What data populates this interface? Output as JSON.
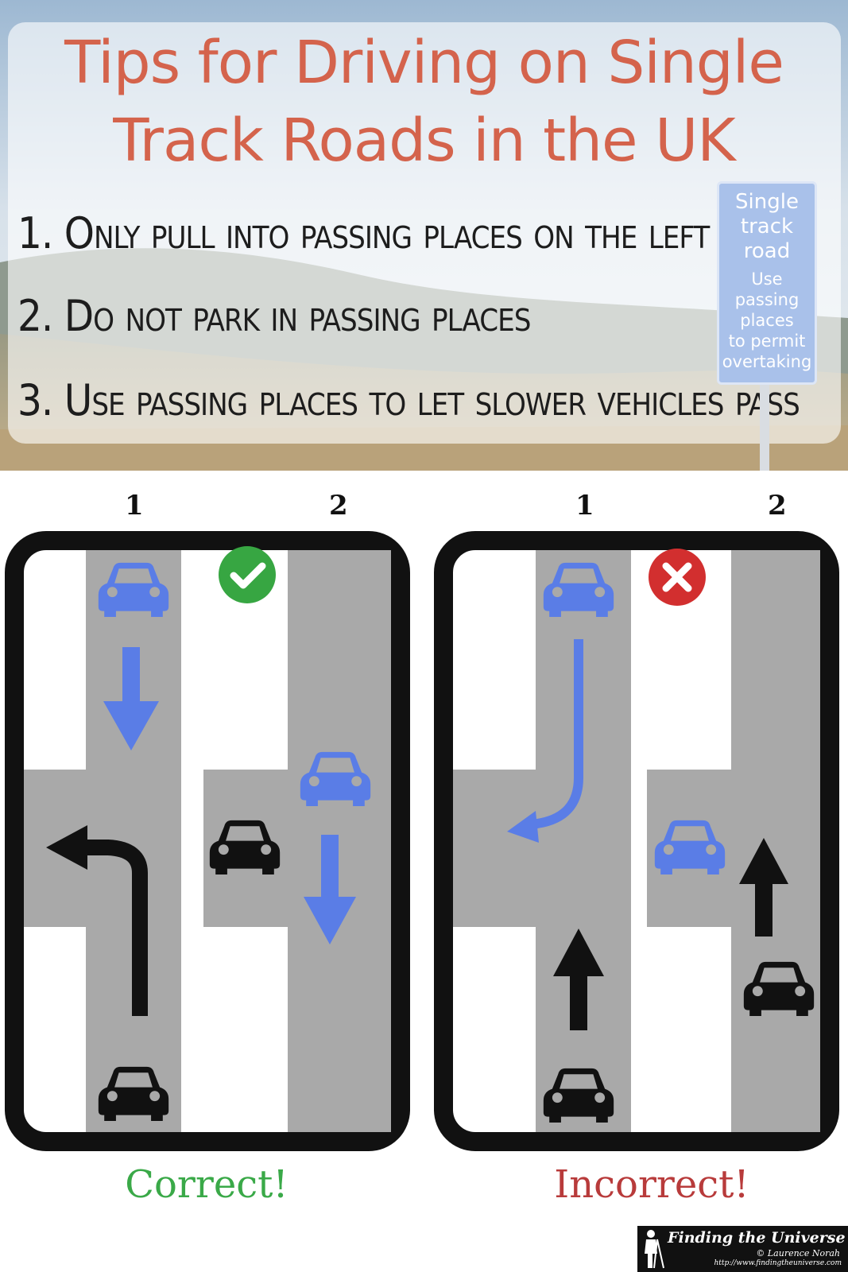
{
  "header": {
    "title_line1": "Tips for Driving on Single",
    "title_line2": "Track Roads in the UK",
    "tips": [
      "1. Only pull into passing places on the left",
      "2. Do not park in passing places",
      "3. Use passing places to let slower vehicles pass"
    ]
  },
  "sign": {
    "lines_large": [
      "Single",
      "track",
      "road"
    ],
    "lines_small": [
      "Use",
      "passing",
      "places",
      "to permit",
      "overtaking"
    ]
  },
  "diagrams": [
    {
      "col1": "1",
      "col2": "2",
      "verdict": "Correct!",
      "verdict_color": "#3aa948",
      "badge": "check"
    },
    {
      "col1": "1",
      "col2": "2",
      "verdict": "Incorrect!",
      "verdict_color": "#b83b3b",
      "badge": "cross"
    }
  ],
  "colors": {
    "blue_car": "#5a7de6",
    "road": "#a9a9a9",
    "title": "#d4634c",
    "check_badge": "#37a642",
    "cross_badge": "#d22f2f"
  },
  "logo": {
    "name": "Finding the Universe",
    "author": "© Laurence Norah",
    "url": "http://www.findingtheuniverse.com"
  }
}
